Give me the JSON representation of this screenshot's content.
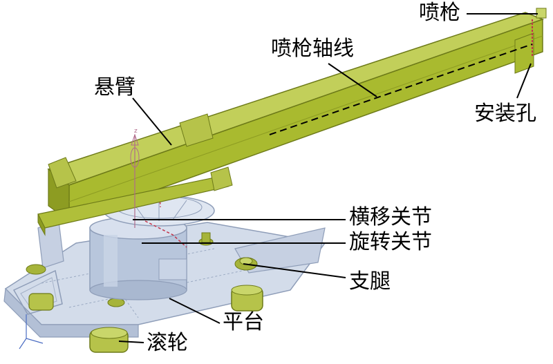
{
  "labels": {
    "nozzle": "喷枪",
    "nozzle_axis": "喷枪轴线",
    "boom": "悬臂",
    "mount_hole": "安装孔",
    "traverse_joint": "横移关节",
    "rotary_joint": "旋转关节",
    "outrigger": "支腿",
    "platform": "平台",
    "roller": "滚轮"
  },
  "colors": {
    "boom": "#a9ba2f",
    "boom_dark": "#7e8d1c",
    "boom_light": "#c9d66a",
    "base": "#c9d4e6",
    "base_dark": "#9aa9c2",
    "wheel": "#b6c34a",
    "leader": "#000000"
  }
}
